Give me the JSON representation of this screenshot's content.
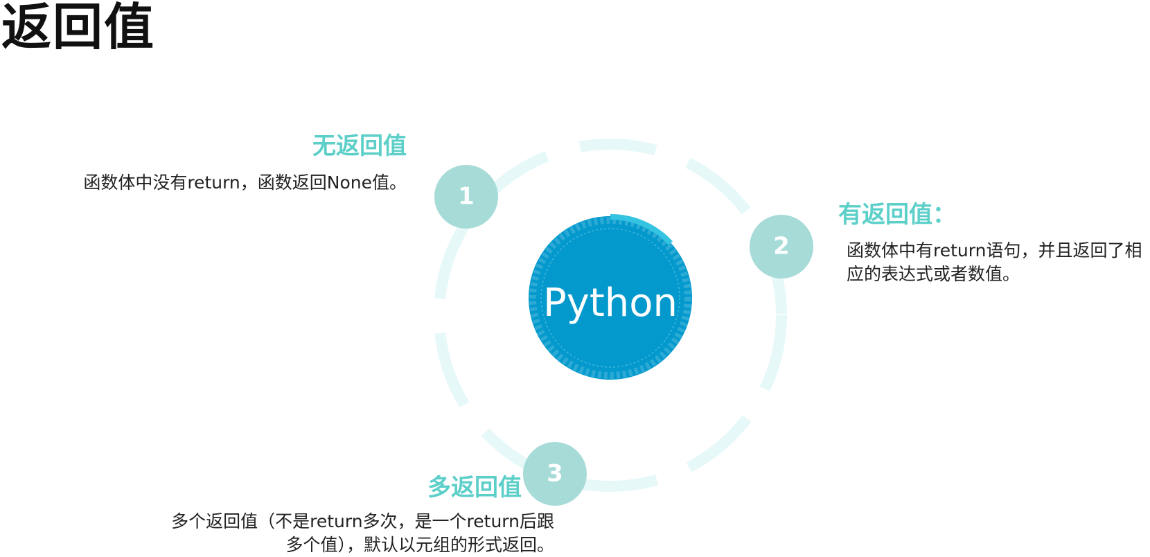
{
  "title": "返回值",
  "center": {
    "label": "Python",
    "color": "#0399cc",
    "arc_color": "#34c3e0"
  },
  "ring_color": "#e6f8f8",
  "badge_color": "#a6dbd8",
  "heading_color": "#5ccfc9",
  "items": [
    {
      "number": "1",
      "heading": "无返回值",
      "description": "函数体中没有return，函数返回None值。"
    },
    {
      "number": "2",
      "heading": "有返回值：",
      "description": "函数体中有return语句，并且返回了相应的表达式或者数值。"
    },
    {
      "number": "3",
      "heading": "多返回值",
      "description": "多个返回值（不是return多次，是一个return后跟多个值），默认以元组的形式返回。"
    }
  ]
}
